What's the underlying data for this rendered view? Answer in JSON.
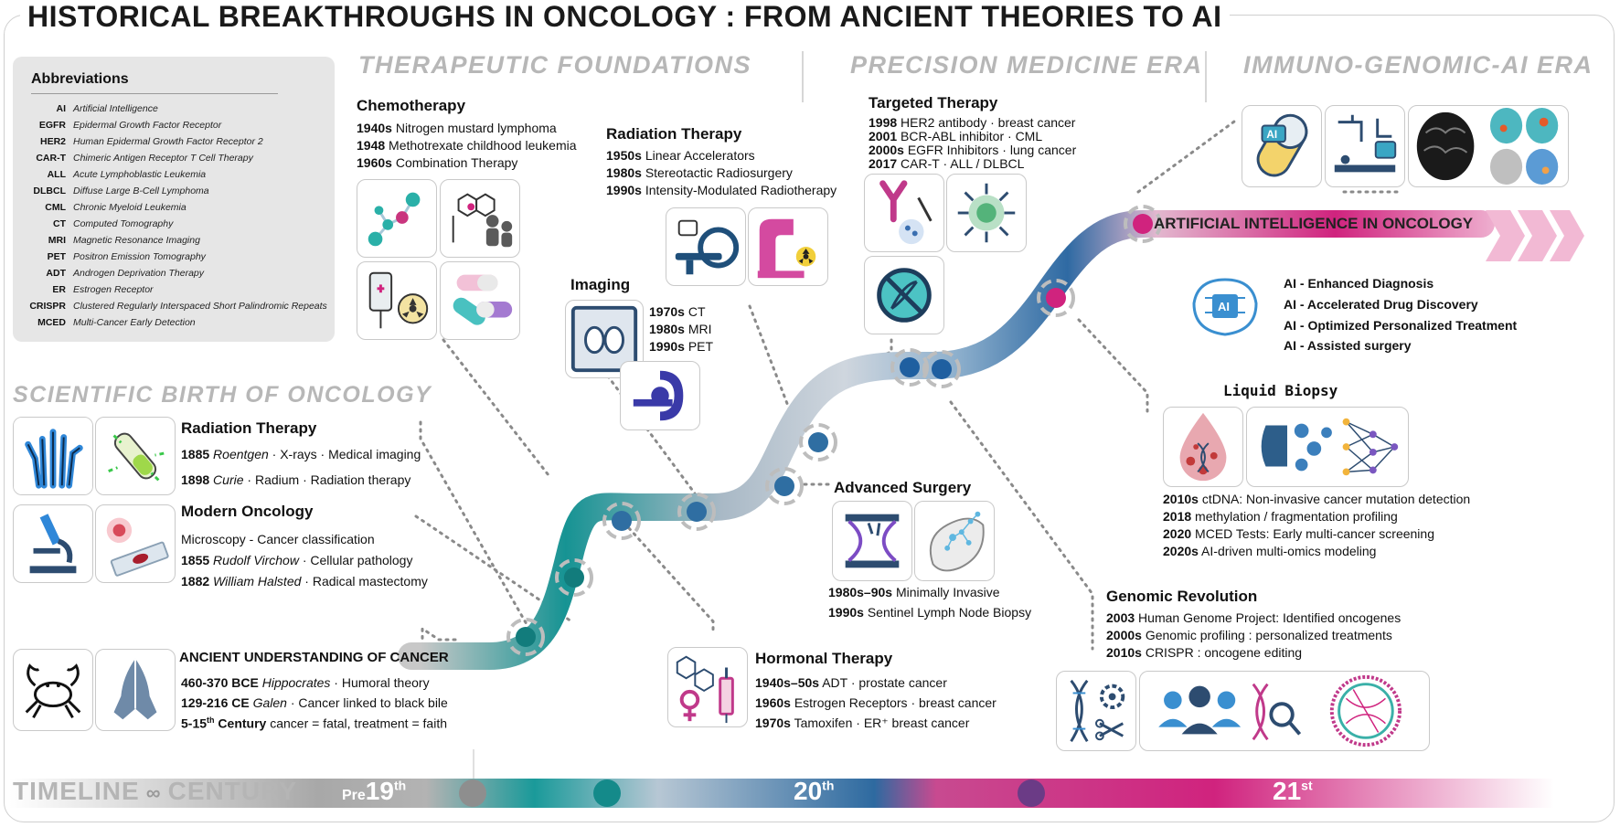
{
  "title": "HISTORICAL BREAKTHROUGHS IN ONCOLOGY :  FROM ANCIENT THEORIES TO AI",
  "eras": {
    "therapeutic": "THERAPEUTIC  FOUNDATIONS",
    "precision": "PRECISION MEDICINE ERA",
    "immuno": "IMMUNO-GENOMIC-AI  ERA",
    "scientific": "SCIENTIFIC BIRTH OF ONCOLOGY"
  },
  "abbreviations": {
    "title": "Abbreviations",
    "items": [
      {
        "key": "AI",
        "value": "Artificial Intelligence"
      },
      {
        "key": "EGFR",
        "value": "Epidermal Growth Factor Receptor"
      },
      {
        "key": "HER2",
        "value": "Human Epidermal Growth Factor Receptor 2"
      },
      {
        "key": "CAR-T",
        "value": "Chimeric Antigen Receptor T Cell Therapy"
      },
      {
        "key": "ALL",
        "value": "Acute Lymphoblastic Leukemia"
      },
      {
        "key": "DLBCL",
        "value": "Diffuse Large B-Cell Lymphoma"
      },
      {
        "key": "CML",
        "value": "Chronic Myeloid Leukemia"
      },
      {
        "key": "CT",
        "value": "Computed Tomography"
      },
      {
        "key": "MRI",
        "value": "Magnetic Resonance Imaging"
      },
      {
        "key": "PET",
        "value": "Positron Emission Tomography"
      },
      {
        "key": "ADT",
        "value": "Androgen Deprivation Therapy"
      },
      {
        "key": "ER",
        "value": "Estrogen Receptor"
      },
      {
        "key": "CRISPR",
        "value": "Clustered Regularly Interspaced Short Palindromic Repeats"
      },
      {
        "key": "MCED",
        "value": "Multi-Cancer Early Detection"
      }
    ]
  },
  "chemo": {
    "heading": "Chemotherapy",
    "l1_year": "1940s",
    "l1_text": " Nitrogen mustard lymphoma",
    "l2_year": "1948",
    "l2_text": " Methotrexate childhood leukemia",
    "l3_year": "1960s",
    "l3_text": " Combination Therapy"
  },
  "radiation2": {
    "heading": "Radiation Therapy",
    "l1_year": "1950s",
    "l1_text": " Linear Accelerators",
    "l2_year": "1980s",
    "l2_text": " Stereotactic Radiosurgery",
    "l3_year": "1990s",
    "l3_text": " Intensity-Modulated Radiotherapy"
  },
  "imaging": {
    "heading": "Imaging",
    "l1_year": "1970s",
    "l1_text": " CT",
    "l2_year": "1980s",
    "l2_text": " MRI",
    "l3_year": "1990s",
    "l3_text": " PET"
  },
  "targeted": {
    "heading": "Targeted Therapy",
    "l1_year": "1998",
    "l1_text": " HER2 antibody · breast cancer",
    "l2_year": "2001",
    "l2_text": " BCR-ABL inhibitor · CML",
    "l3_year": "2000s",
    "l3_text": " EGFR Inhibitors · lung cancer",
    "l4_year": "2017",
    "l4_text": " CAR-T · ALL / DLBCL"
  },
  "ai": {
    "banner": "ARTIFICIAL INTELLIGENCE IN ONCOLOGY",
    "icon_label": "AI",
    "items": [
      "AI - Enhanced Diagnosis",
      "AI - Accelerated Drug Discovery",
      "AI - Optimized Personalized Treatment",
      "AI - Assisted surgery"
    ]
  },
  "liquid": {
    "heading": "Liquid  Biopsy",
    "l1_year": "2010s",
    "l1_text": " ctDNA: Non-invasive cancer mutation detection",
    "l2_year": "2018",
    "l2_text": " methylation / fragmentation profiling",
    "l3_year": "2020",
    "l3_text": " MCED Tests: Early multi-cancer screening",
    "l4_year": "2020s",
    "l4_text": " AI-driven multi-omics modeling"
  },
  "radiation1": {
    "heading": "Radiation Therapy",
    "l1_year": "1885",
    "l1_name": "Roentgen",
    "l1_text": " · X-rays · Medical imaging",
    "l2_year": "1898",
    "l2_name": "Curie",
    "l2_text": " · Radium · Radiation therapy"
  },
  "modern": {
    "heading": "Modern Oncology",
    "l1_text": "Microscopy - Cancer classification",
    "l2_year": "1855",
    "l2_name": "Rudolf Virchow",
    "l2_text": " · Cellular pathology",
    "l3_year": "1882",
    "l3_name": "William Halsted",
    "l3_text": " · Radical mastectomy"
  },
  "ancient": {
    "heading": "ANCIENT UNDERSTANDING OF CANCER",
    "l1_year": "460-370 BCE",
    "l1_name": "Hippocrates",
    "l1_text": " · Humoral theory",
    "l2_year": "129-216 CE",
    "l2_name": "Galen",
    "l2_text": " · Cancer linked to black bile",
    "l3_year": "5-15",
    "l3_sup": "th",
    "l3_year2": " Century",
    "l3_text": "  cancer = fatal, treatment = faith"
  },
  "surgery": {
    "heading": "Advanced Surgery",
    "l1_year": "1980s–90s",
    "l1_text": " Minimally Invasive",
    "l2_year": "1990s",
    "l2_text": " Sentinel Lymph Node Biopsy"
  },
  "hormonal": {
    "heading": "Hormonal Therapy",
    "l1_year": "1940s–50s",
    "l1_text": "  ADT · prostate cancer",
    "l2_year": "1960s",
    "l2_text": " Estrogen Receptors · breast cancer",
    "l3_year": "1970s",
    "l3_text": " Tamoxifen · ER⁺ breast cancer"
  },
  "genomic": {
    "heading": "Genomic Revolution",
    "l1_year": "2003",
    "l1_text": " Human Genome Project: Identified oncogenes",
    "l2_year": "2000s",
    "l2_text": " Genomic profiling : personalized treatments",
    "l3_year": "2010s",
    "l3_text": " CRISPR : oncogene editing"
  },
  "timeline": {
    "left_a": "TIMELINE",
    "left_b": "CENTURY",
    "pre": "Pre",
    "c19": "19",
    "c19_sup": "th",
    "c20": "20",
    "c20_sup": "th",
    "c21": "21",
    "c21_sup": "st"
  },
  "colors": {
    "teal": "#1a9a9a",
    "blue": "#2f6fa8",
    "magenta": "#d0237e",
    "gray": "#9a9a9a"
  }
}
